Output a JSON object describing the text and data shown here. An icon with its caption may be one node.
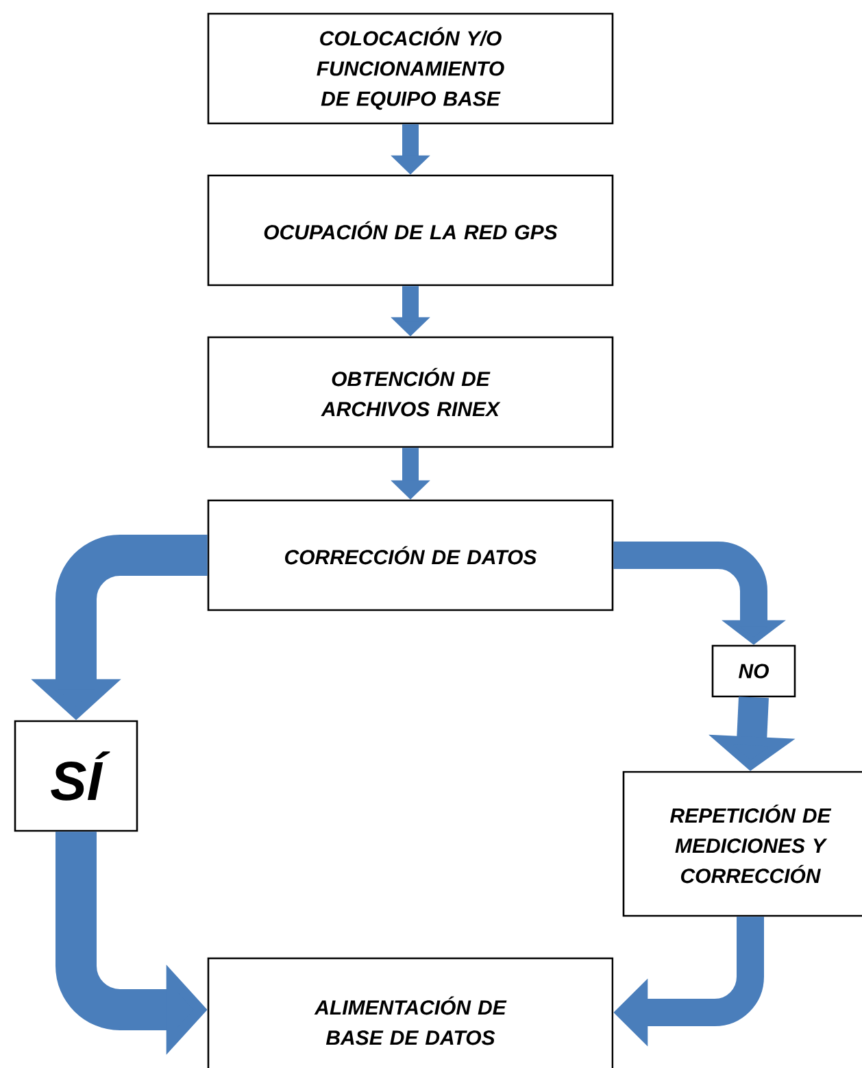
{
  "diagram": {
    "nodes": [
      {
        "text": [
          "COLOCACIÓN Y/O FUNCIONAMIENTO DE EQUIPO BASE"
        ]
      },
      {
        "text": [
          "OCUPACIÓN DE LA RED GPS"
        ]
      },
      {
        "text": [
          "OBTENCIÓN DE ARCHIVOS RINEX"
        ]
      },
      {
        "text": [
          "CORRECCIÓN DE DATOS"
        ]
      },
      {
        "text": [
          "SÍ"
        ]
      },
      {
        "text": [
          "NO"
        ]
      },
      {
        "text": [
          "REPETICIÓN DE MEDICIONES Y CORRECCIÓN"
        ]
      },
      {
        "text": [
          "ALIMENTACIÓN DE BASE DE DATOS"
        ]
      }
    ],
    "edges": [
      {
        "from": 0,
        "to": 1,
        "arrow": "to"
      },
      {
        "from": 1,
        "to": 2,
        "arrow": "to"
      },
      {
        "from": 2,
        "to": 3,
        "arrow": "to"
      },
      {
        "from": 3,
        "to": 4,
        "arrow": "to"
      },
      {
        "from": 4,
        "to": 7,
        "arrow": "to"
      },
      {
        "from": 3,
        "to": 5,
        "arrow": "to"
      },
      {
        "from": 5,
        "to": 6,
        "arrow": "to"
      },
      {
        "from": 6,
        "to": 7,
        "arrow": "to"
      }
    ]
  }
}
